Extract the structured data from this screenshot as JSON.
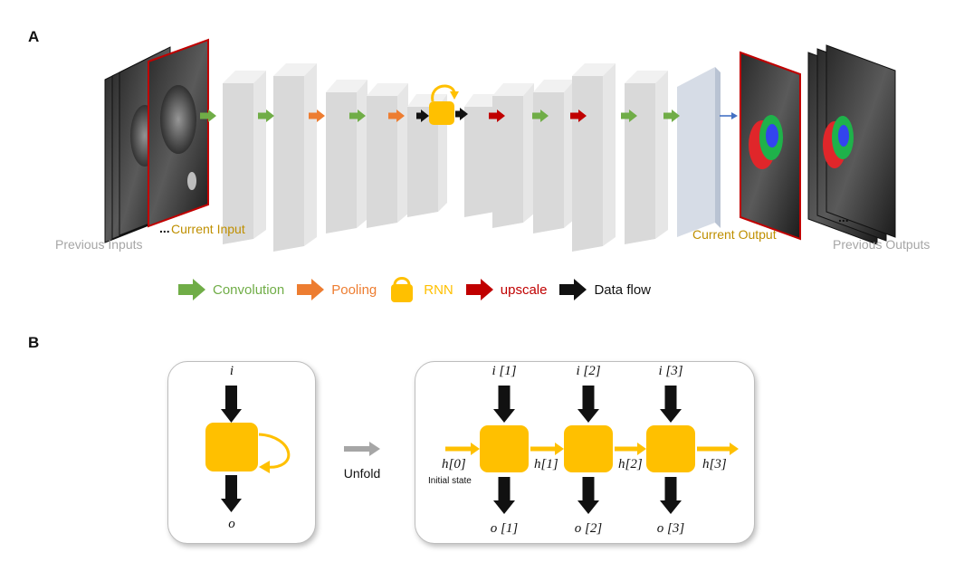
{
  "panels": {
    "a": "A",
    "b": "B"
  },
  "captions": {
    "previous_inputs": "Previous Inputs",
    "current_input": "Current Input",
    "current_output": "Current Output",
    "previous_outputs": "Previous Outputs",
    "ellipsis": "..."
  },
  "legend": [
    {
      "label": "Convolution",
      "color": "#70ad47",
      "shape": "arrow"
    },
    {
      "label": "Pooling",
      "color": "#ed7d31",
      "shape": "arrow"
    },
    {
      "label": "RNN",
      "color": "#ffc000",
      "shape": "rnn"
    },
    {
      "label": "upscale",
      "color": "#c00000",
      "shape": "arrow"
    },
    {
      "label": "Data flow",
      "color": "#111111",
      "shape": "arrow"
    }
  ],
  "colors": {
    "convolution": "#70ad47",
    "pooling": "#ed7d31",
    "rnn": "#ffc000",
    "upscale": "#c00000",
    "dataflow": "#111111",
    "input_border": "#c00000",
    "caption_gold": "#bf8f00",
    "caption_gray": "#a6a6a6",
    "seg_outer": "#e0262a",
    "seg_ring": "#1fb24a",
    "seg_inner": "#3344ee"
  },
  "unfold": {
    "single": {
      "input": "i",
      "output": "o"
    },
    "arrow_label": "Unfold",
    "steps": [
      {
        "input": "i [1]",
        "output": "o [1]",
        "hidden": "h[1]"
      },
      {
        "input": "i [2]",
        "output": "o [2]",
        "hidden": "h[2]"
      },
      {
        "input": "i [3]",
        "output": "o [3]",
        "hidden": "h[3]"
      }
    ],
    "initial_hidden": "h[0]",
    "initial_state_label": "Initial state"
  }
}
